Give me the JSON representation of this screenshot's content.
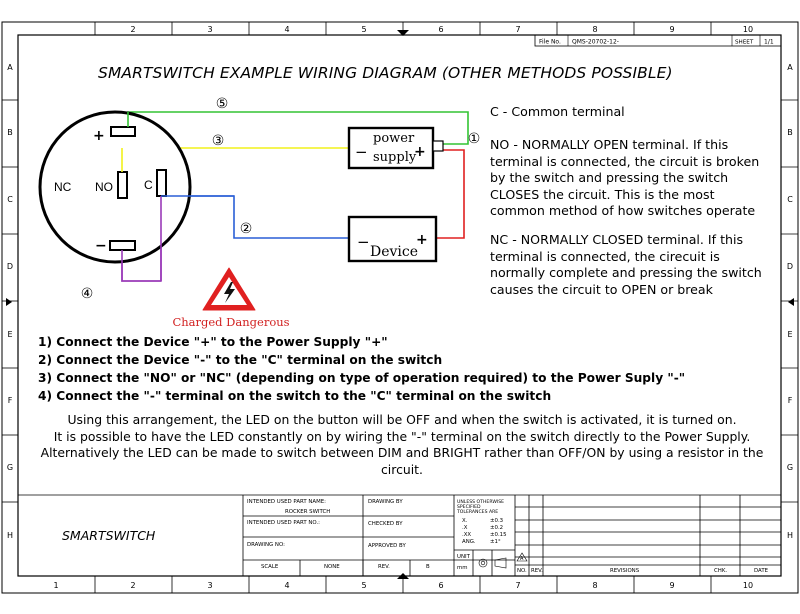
{
  "title": "SMARTSWITCH EXAMPLE WIRING DIAGRAM (OTHER METHODS POSSIBLE)",
  "frame": {
    "columns_top": [
      "2",
      "3",
      "4",
      "5",
      "6",
      "7",
      "8",
      "9",
      "10"
    ],
    "columns_bottom": [
      "1",
      "2",
      "3",
      "4",
      "5",
      "6",
      "7",
      "8",
      "9",
      "10"
    ],
    "rows": [
      "A",
      "B",
      "C",
      "D",
      "E",
      "F",
      "G",
      "H"
    ],
    "file_no_label": "File No.",
    "file_no_value": "QMS-20702-12-",
    "sheet_label": "SHEET",
    "sheet_value": "1/1"
  },
  "diagram": {
    "switch_plus": "+",
    "switch_minus": "−",
    "nc_label": "NC",
    "no_label": "NO",
    "c_label": "C",
    "power_supply_line1": "power",
    "power_supply_line2": "supply",
    "power_supply_minus": "−",
    "power_supply_plus": "+",
    "device_label": "Device",
    "device_minus": "−",
    "device_plus": "+",
    "wire_numbers": [
      "①",
      "②",
      "③",
      "④",
      "⑤"
    ],
    "warning_caption": "Charged Dangerous",
    "colors": {
      "green": "#33c433",
      "yellow": "#f2f21c",
      "blue": "#2a5fd6",
      "purple": "#9a3ab8",
      "red": "#e02020",
      "warning_red": "#e02020",
      "caption_red": "#d22222"
    }
  },
  "legend": {
    "c_text": "C - Common terminal",
    "no_lines": [
      "NO - NORMALLY OPEN terminal. If this",
      "terminal is connected, the circuit is broken",
      "by the switch and pressing the switch",
      "CLOSES the circuit. This is the most",
      "common method of how switches operate"
    ],
    "nc_lines": [
      "NC - NORMALLY CLOSED terminal. If this",
      "terminal is connected, the cirecuit is",
      "normally complete and pressing the switch",
      "causes the circuit to OPEN or break"
    ]
  },
  "steps": [
    "1) Connect the Device \"+\" to the Power Supply \"+\"",
    "2) Connect the Device \"-\" to the \"C\" terminal on the switch",
    "3) Connect the \"NO\" or \"NC\" (depending on type of operation required) to the Power Suply \"-\"",
    "4) Connect the \"-\" terminal on the switch to the \"C\" terminal on the switch"
  ],
  "notes": [
    "Using this arrangement, the LED on the button will be OFF and when the switch is activated, it is turned on.",
    "It is possible to have the LED constantly on by wiring the \"-\" terminal on the switch directly to the Power Supply.",
    "Alternatively the LED can be made to switch between DIM and BRIGHT rather than OFF/ON by using a resistor in the",
    "circuit."
  ],
  "title_block": {
    "company": "SMARTSWITCH",
    "intended_part_name_label": "INTENDED USED PART NAME:",
    "part_name_value": "ROCKER SWITCH",
    "intended_part_no_label": "INTENDED USED PART NO.:",
    "drawing_no_label": "DRAWING NO:",
    "drawing_by_label": "DRAWING BY",
    "checked_by_label": "CHECKED BY",
    "approved_by_label": "APPROVED BY",
    "scale_label": "SCALE",
    "scale_value": "NONE",
    "rev_label": "REV.",
    "rev_value": "B",
    "tol_lines": [
      "UNLESS OTHERWISE",
      "SPECIFIED",
      "TOLERANCES ARE"
    ],
    "tol_rows": [
      [
        "X.",
        "±0.3"
      ],
      [
        ".X",
        "±0.2"
      ],
      [
        ".XX",
        "±0.15"
      ],
      [
        "ANG.",
        "±1°"
      ]
    ],
    "unit_label": "UNIT",
    "unit_value": "mm",
    "no_label": "NO.",
    "rev_col_label": "REV.",
    "revisions_label": "REVISIONS",
    "chk_label": "CHK.",
    "date_label": "DATE",
    "delta_a": "A"
  }
}
